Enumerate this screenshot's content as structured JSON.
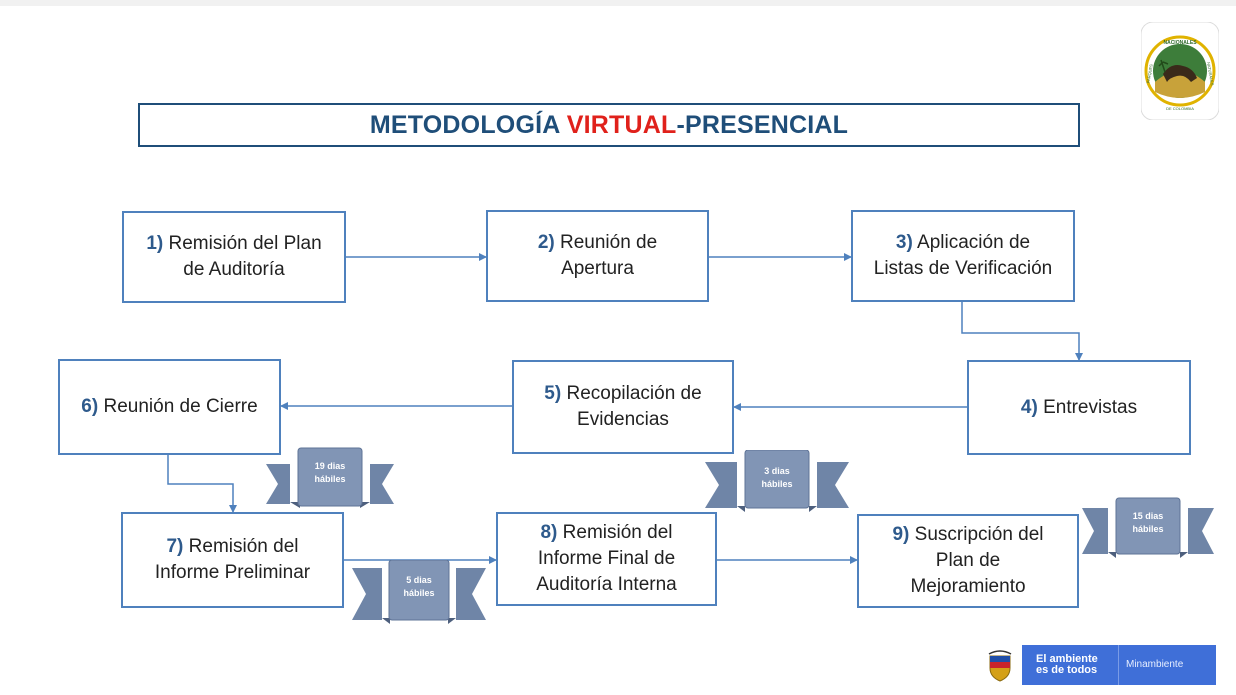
{
  "title": {
    "part1": "METODOLOGÍA ",
    "part2": "VIRTUAL",
    "part3": "-PRESENCIAL"
  },
  "steps": [
    {
      "num": "1)",
      "text1": " Remisión del Plan",
      "text2": "de Auditoría"
    },
    {
      "num": "2)",
      "text1": " Reunión de",
      "text2": "Apertura"
    },
    {
      "num": "3)",
      "text1": " Aplicación de",
      "text2": "Listas de Verificación"
    },
    {
      "num": "4)",
      "text1": " Entrevistas"
    },
    {
      "num": "5)",
      "text1": " Recopilación de",
      "text2": "Evidencias"
    },
    {
      "num": "6)",
      "text1": " Reunión de Cierre"
    },
    {
      "num": "7)",
      "text1": " Remisión del",
      "text2": "Informe Preliminar"
    },
    {
      "num": "8)",
      "text1": " Remisión del",
      "text2": "Informe Final de",
      "text3": "Auditoría Interna"
    },
    {
      "num": "9)",
      "text1": " Suscripción del",
      "text2": "Plan de",
      "text3": "Mejoramiento"
    }
  ],
  "ribbons": [
    {
      "line1": "19 dias",
      "line2": "hábiles"
    },
    {
      "line1": "3 dias",
      "line2": "hábiles"
    },
    {
      "line1": "15 dias",
      "line2": "hábiles"
    },
    {
      "line1": "5 dias",
      "line2": "hábiles"
    }
  ],
  "logo": {
    "top_text": "NACIONALES",
    "left_text": "PARQUES",
    "right_text": "NATURALES",
    "bottom_text": "DE COLOMBIA"
  },
  "footer": {
    "line1": "El ambiente",
    "line2": "es de todos",
    "brand": "Minambiente"
  },
  "colors": {
    "title": "#1f4e79",
    "accent": "#e0211b",
    "box_border": "#4f81bd",
    "ribbon": "#7f93b1",
    "footer": "#3f6fd8"
  }
}
